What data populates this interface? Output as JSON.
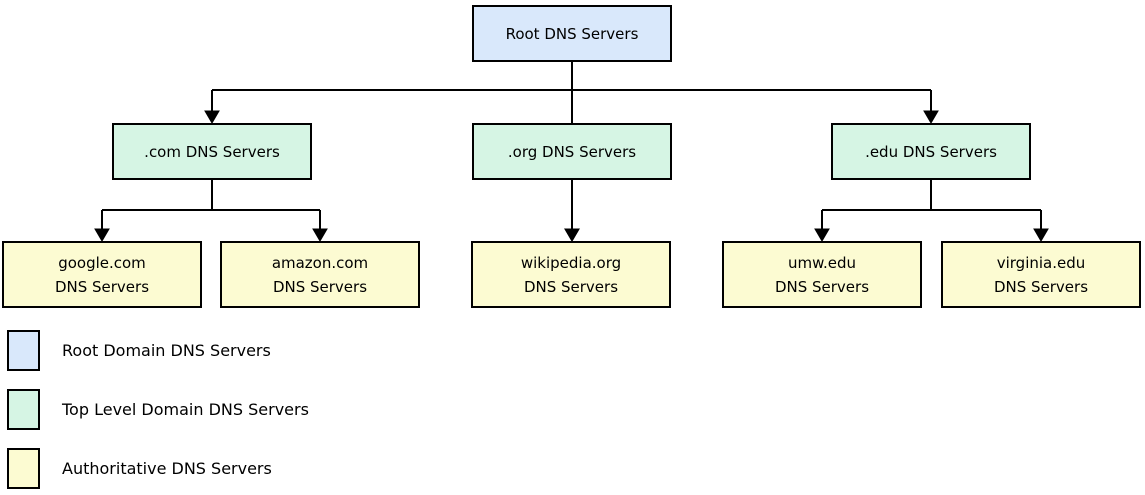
{
  "nodes": {
    "root": {
      "label": "Root DNS Servers"
    },
    "com": {
      "label": ".com DNS Servers"
    },
    "org": {
      "label": ".org DNS Servers"
    },
    "edu": {
      "label": ".edu DNS Servers"
    },
    "google": {
      "label": "google.com\nDNS Servers"
    },
    "amazon": {
      "label": "amazon.com\nDNS Servers"
    },
    "wikipedia": {
      "label": "wikipedia.org\nDNS Servers"
    },
    "umw": {
      "label": "umw.edu\nDNS Servers"
    },
    "virginia": {
      "label": "virginia.edu\nDNS Servers"
    }
  },
  "legend": {
    "items": [
      {
        "swatch": "root-domain-swatch",
        "label": "Root Domain DNS Servers"
      },
      {
        "swatch": "top-level-domain-swatch",
        "label": "Top Level Domain DNS Servers"
      },
      {
        "swatch": "authoritative-swatch",
        "label": "Authoritative DNS Servers"
      }
    ]
  },
  "colors": {
    "root_fill": "#d9e8fb",
    "tld_fill": "#d6f5e4",
    "authoritative_fill": "#fcfbd2",
    "line": "#000000"
  }
}
